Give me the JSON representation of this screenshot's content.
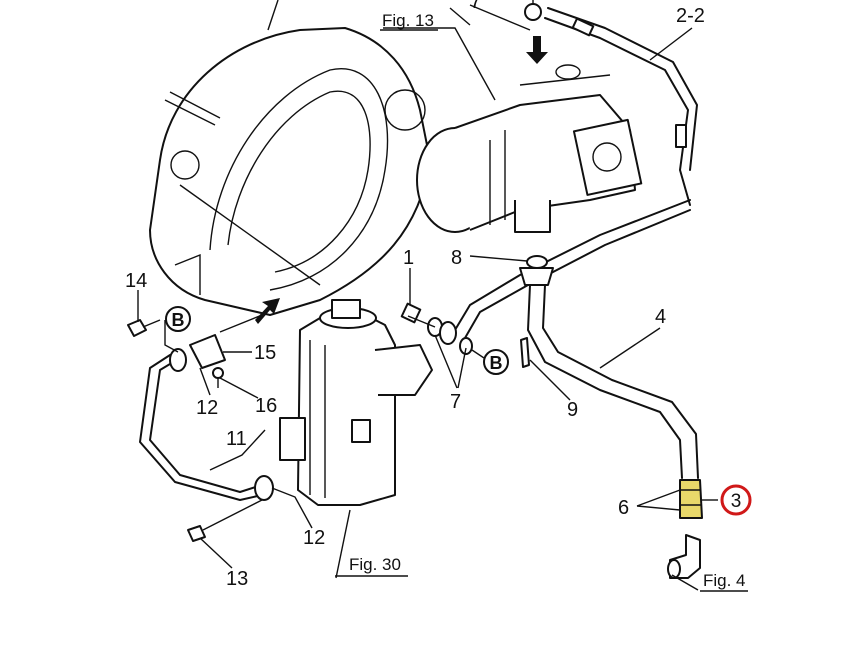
{
  "labels": {
    "l1": "1",
    "l2_2": "2-2",
    "l3": "3",
    "l4": "4",
    "l6": "6",
    "l7": "7",
    "l7_top": "7",
    "l8": "8",
    "l9": "9",
    "l11": "11",
    "l12a": "12",
    "l12b": "12",
    "l13": "13",
    "l14": "14",
    "l15": "15",
    "l16": "16",
    "b1": "B",
    "b2": "B"
  },
  "figs": {
    "fig13": "Fig. 13",
    "fig30": "Fig. 30",
    "fig4": "Fig. 4"
  },
  "colors": {
    "highlight_ring": "#d01818",
    "fitting_fill": "#e8d86a",
    "line": "#111111"
  }
}
